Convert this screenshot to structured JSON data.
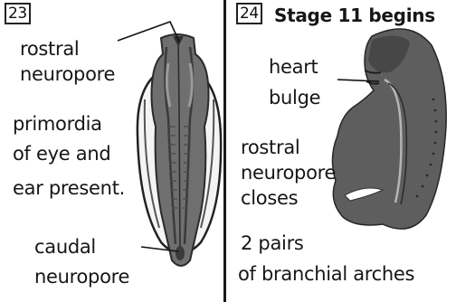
{
  "panel_23": {
    "number": "23",
    "labels": {
      "rostral_neuropore": [
        "rostral",
        "neuropore"
      ],
      "primordia": [
        "primordia",
        "of eye and",
        "ear present."
      ],
      "caudal_neuropore": [
        "caudal",
        "neuropore"
      ]
    }
  },
  "panel_24": {
    "number": "24",
    "title": "Stage 11 begins",
    "labels": {
      "heart_bulge": [
        "heart",
        "bulge"
      ],
      "rostral_neuropore_closes": [
        "rostral",
        "neuropore",
        "closes"
      ],
      "branchial_arches": [
        "2 pairs",
        "of branchial arches"
      ]
    }
  }
}
